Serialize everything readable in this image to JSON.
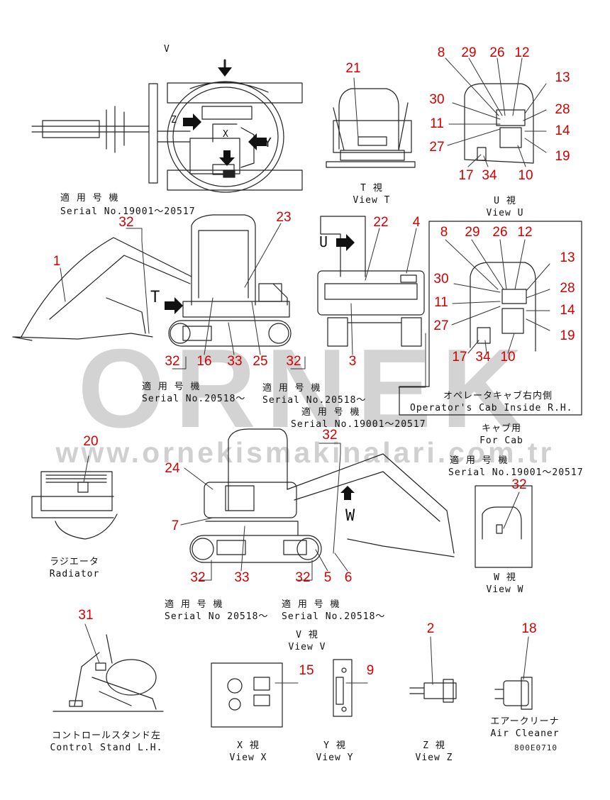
{
  "watermark": {
    "logo": "ORNEK",
    "url": "www.ornekismakinalari.com.tr"
  },
  "drawing_code": "800E0710",
  "callouts": {
    "c1": "1",
    "c2": "2",
    "c3": "3",
    "c4": "4",
    "c5": "5",
    "c6": "6",
    "c7": "7",
    "c8a": "8",
    "c8b": "8",
    "c9": "9",
    "c10a": "10",
    "c10b": "10",
    "c11a": "11",
    "c11b": "11",
    "c12a": "12",
    "c12b": "12",
    "c13a": "13",
    "c13b": "13",
    "c14a": "14",
    "c14b": "14",
    "c15": "15",
    "c16": "16",
    "c17a": "17",
    "c17b": "17",
    "c18": "18",
    "c19a": "19",
    "c19b": "19",
    "c20": "20",
    "c21": "21",
    "c22": "22",
    "c23": "23",
    "c24": "24",
    "c25": "25",
    "c26a": "26",
    "c26b": "26",
    "c27a": "27",
    "c27b": "27",
    "c28a": "28",
    "c28b": "28",
    "c29a": "29",
    "c29b": "29",
    "c30a": "30",
    "c30b": "30",
    "c31": "31",
    "c32a": "32",
    "c32b": "32",
    "c32c": "32",
    "c32d": "32",
    "c32e": "32",
    "c32f": "32",
    "c32g": "32",
    "c33a": "33",
    "c33b": "33",
    "c34a": "34",
    "c34b": "34"
  },
  "labels": {
    "serial_jp": "適 用 号 機",
    "serial_19001": "Serial No.19001～20517",
    "serial_20518": "Serial No.20518～",
    "serial_20518_alt": "Serial No 20518～",
    "view_t_jp": "T 視",
    "view_t_en": "View T",
    "view_u_jp": "U 視",
    "view_u_en": "View U",
    "view_v_jp": "V 視",
    "view_v_en": "View V",
    "view_w_jp": "W 視",
    "view_w_en": "View W",
    "view_x_jp": "X 視",
    "view_x_en": "View X",
    "view_y_jp": "Y 視",
    "view_y_en": "View Y",
    "view_z_jp": "Z 視",
    "view_z_en": "View Z",
    "cab_inside_jp": "オペレータキャブ右内側",
    "cab_inside_en": "Operator's Cab Inside R.H.",
    "for_cab_jp": "キャブ用",
    "for_cab_en": "For Cab",
    "radiator_jp": "ラジエータ",
    "radiator_en": "Radiator",
    "control_stand_jp": "コントロールスタンド左",
    "control_stand_en": "Control Stand L.H.",
    "air_cleaner_jp": "エアークリーナ",
    "air_cleaner_en": "Air Cleaner",
    "letter_v": "V",
    "letter_x": "X",
    "letter_y": "Y",
    "letter_z": "Z",
    "letter_t": "T",
    "letter_u": "U",
    "letter_w": "W"
  }
}
